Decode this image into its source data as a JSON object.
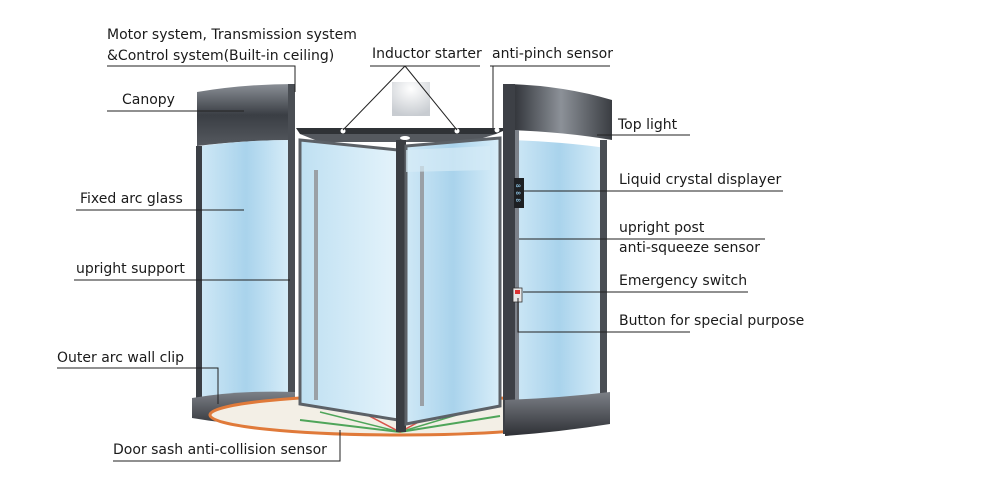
{
  "labels": {
    "motor_line1": "Motor system, Transmission system",
    "motor_line2": "&Control system(Built-in ceiling)",
    "inductor_starter": "Inductor starter",
    "anti_pinch_sensor": "anti-pinch sensor",
    "canopy": "Canopy",
    "top_light": "Top light",
    "fixed_arc_glass": "Fixed arc glass",
    "liquid_crystal_displayer": "Liquid crystal displayer",
    "upright_post": "upright post",
    "anti_squeeze_sensor": "anti-squeeze sensor",
    "upright_support": "upright support",
    "emergency_switch": "Emergency switch",
    "button_special_purpose": "Button for special purpose",
    "outer_arc_wall_clip": "Outer arc wall clip",
    "door_sash_anti_collision": "Door sash anti-collision sensor"
  },
  "display_text": "8 8 8",
  "colors": {
    "frame_dark": "#2f3236",
    "frame_mid": "#6d7278",
    "glass": "#b9dcef",
    "glass_light": "#dff0fa",
    "floor_ring": "#e07a3a",
    "floor_green": "#4fa55a",
    "line": "#222222"
  }
}
